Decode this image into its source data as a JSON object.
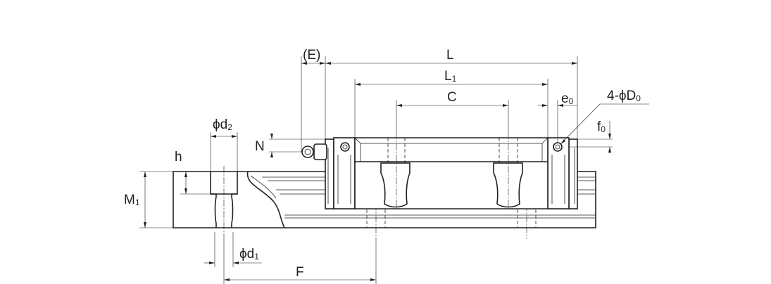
{
  "labels": {
    "E": "(E)",
    "L": "L",
    "L1": "L",
    "L1_sub": "1",
    "C": "C",
    "e0": "e",
    "e0_sub": "0",
    "hole": "4-ϕD",
    "hole_sub": "0",
    "f0": "f",
    "f0_sub": "0",
    "N": "N",
    "d2": "ϕd",
    "d2_sub": "2",
    "h": "h",
    "M1": "M",
    "M1_sub": "1",
    "d1": "ϕd",
    "d1_sub": "1",
    "F": "F"
  }
}
